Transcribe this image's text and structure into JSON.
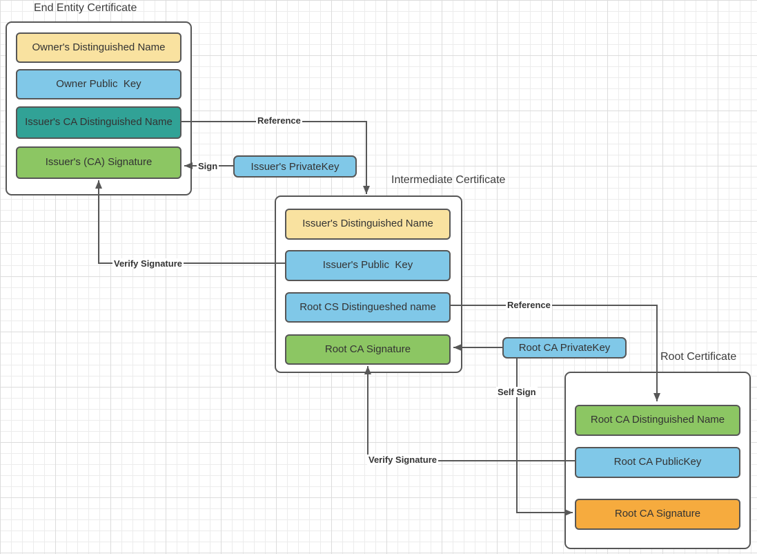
{
  "certificates": [
    {
      "title": "End Entity Certificate",
      "fields": [
        {
          "label": "Owner's Distinguished Name",
          "color": "#F9E2A0"
        },
        {
          "label": "Owner Public  Key",
          "color": "#80C8E8"
        },
        {
          "label": "Issuer's CA Distinguished Name",
          "color": "#31A296"
        },
        {
          "label": "Issuer's (CA) Signature",
          "color": "#8CC663"
        }
      ]
    },
    {
      "title": "Intermediate Certificate",
      "fields": [
        {
          "label": "Issuer's Distinguished Name",
          "color": "#F9E2A0"
        },
        {
          "label": "Issuer's Public  Key",
          "color": "#80C8E8"
        },
        {
          "label": "Root CS Distingueshed name",
          "color": "#80C8E8"
        },
        {
          "label": "Root CA Signature",
          "color": "#8CC663"
        }
      ]
    },
    {
      "title": "Root Certificate",
      "fields": [
        {
          "label": "Root CA Distinguished Name",
          "color": "#8CC663"
        },
        {
          "label": "Root CA PublicKey",
          "color": "#80C8E8"
        },
        {
          "label": "Root CA Signature",
          "color": "#F6AB3E"
        }
      ]
    }
  ],
  "key_boxes": [
    {
      "label": "Issuer's PrivateKey",
      "color": "#80C8E8"
    },
    {
      "label": "Root CA PrivateKey",
      "color": "#80C8E8"
    }
  ],
  "connections": [
    {
      "label": "Reference",
      "from": "Issuer's CA Distinguished Name",
      "to": "Intermediate Certificate"
    },
    {
      "label": "Sign",
      "from": "Issuer's PrivateKey",
      "to": "Issuer's (CA) Signature"
    },
    {
      "label": "Verify Signature",
      "from": "Issuer's Public Key",
      "to": "Issuer's (CA) Signature"
    },
    {
      "label": "Reference",
      "from": "Root CS Distingueshed name",
      "to": "Root CA Distinguished Name"
    },
    {
      "label": "",
      "from": "Root CA PrivateKey",
      "to": "Root CA Signature (intermediate)"
    },
    {
      "label": "Self Sign",
      "from": "Root CA PrivateKey",
      "to": "Root CA Signature (root)"
    },
    {
      "label": "Verify Signature",
      "from": "Root CA PublicKey",
      "to": "Root CA Signature (intermediate)"
    }
  ],
  "colors": {
    "field_yellow": "#F9E2A0",
    "field_blue": "#80C8E8",
    "field_teal": "#31A296",
    "field_green": "#8CC663",
    "field_orange": "#F6AB3E",
    "box_border": "#565656",
    "line": "#575757",
    "text": "#333333",
    "grid_minor": "#ECECEC",
    "grid_major": "#DCDCDC"
  }
}
